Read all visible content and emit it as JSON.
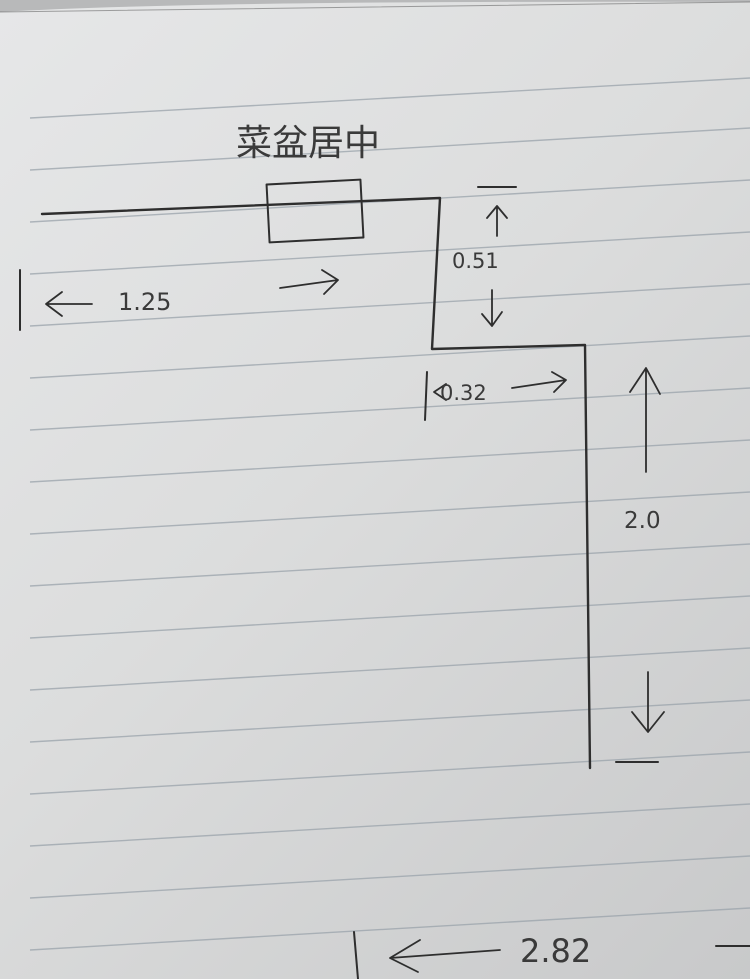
{
  "title": "菜盆居中",
  "dimensions": {
    "left_width": "1.25",
    "step_height": "0.51",
    "step_width": "0.32",
    "right_height": "2.0",
    "total_width": "2.82"
  }
}
